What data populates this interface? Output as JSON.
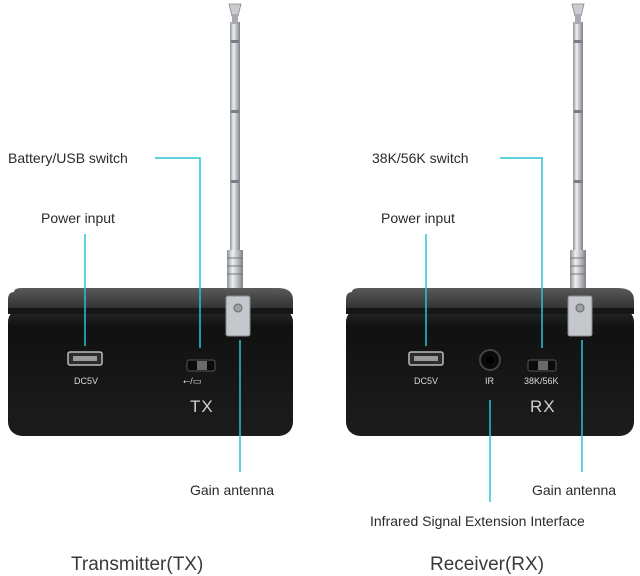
{
  "colors": {
    "leader_line": "#29c3d4",
    "device_body": "#1a1a1a",
    "device_top": "#3a3a3a",
    "antenna": "#b9bcc0",
    "text": "#2a2a2a"
  },
  "transmitter": {
    "caption": "Transmitter(TX)",
    "model_mark": "TX",
    "port_label": "DC5V",
    "switch_label": "⭠/▭",
    "callouts": {
      "switch": "Battery/USB switch",
      "power": "Power input",
      "antenna": "Gain antenna"
    }
  },
  "receiver": {
    "caption": "Receiver(RX)",
    "model_mark": "RX",
    "port_label": "DC5V",
    "ir_label": "IR",
    "switch_label": "38K/56K",
    "callouts": {
      "switch": "38K/56K switch",
      "power": "Power input",
      "antenna": "Gain antenna",
      "ir": "Infrared Signal Extension Interface"
    }
  }
}
